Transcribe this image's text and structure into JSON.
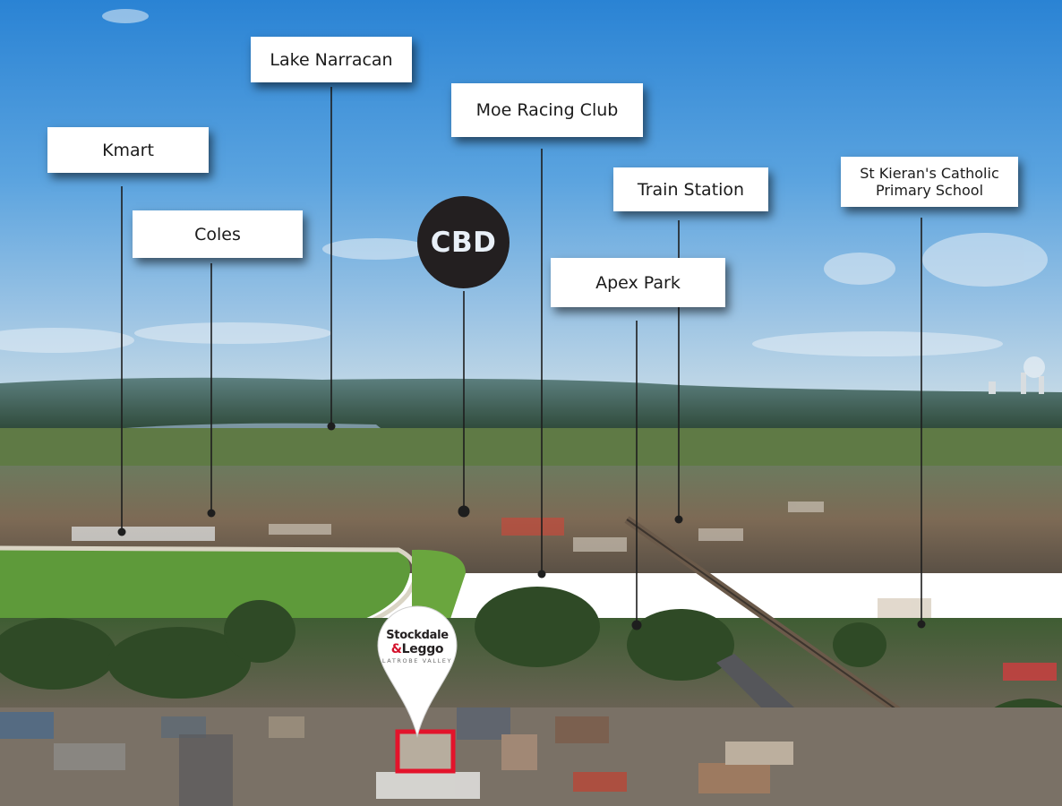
{
  "labels": {
    "kmart": "Kmart",
    "coles": "Coles",
    "lake_narracan": "Lake Narracan",
    "moe_racing_club": "Moe Racing Club",
    "train_station": "Train Station",
    "st_kierans_line1": "St Kieran's Catholic",
    "st_kierans_line2": "Primary School",
    "apex_park": "Apex Park",
    "cbd": "CBD"
  },
  "brand": {
    "line1": "Stockdale",
    "amp": "&",
    "line2": "Leggo",
    "sub": "LATROBE VALLEY"
  },
  "colors": {
    "sky_top": "#2f86d6",
    "sky_horizon": "#b8d2e6",
    "racetrack_grass": "#5e9a3a",
    "property_outline": "#e3132b",
    "cbd_badge": "#231f20"
  }
}
